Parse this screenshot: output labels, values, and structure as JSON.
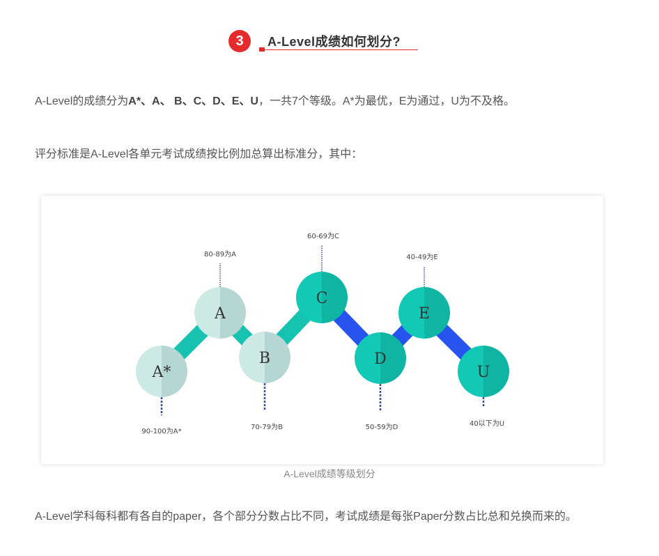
{
  "section": {
    "number": "3",
    "title": "A-Level成绩如何划分?"
  },
  "para1": {
    "prefix": "A-Level的成绩分为",
    "grades": "A*、A、 B、C、D、E、U",
    "suffix": "，一共7个等级。A*为最优，E为通过，U为不及格。"
  },
  "para2": "评分标准是A-Level各单元考试成绩按比例加总算出标准分，其中：",
  "figure": {
    "caption": "A-Level成绩等级划分",
    "nodes": [
      {
        "grade": "A*",
        "range": "90-100为A*",
        "tone": "light"
      },
      {
        "grade": "A",
        "range": "80-89为A",
        "tone": "light"
      },
      {
        "grade": "B",
        "range": "70-79为B",
        "tone": "light"
      },
      {
        "grade": "C",
        "range": "60-69为C",
        "tone": "teal"
      },
      {
        "grade": "D",
        "range": "50-59为D",
        "tone": "teal"
      },
      {
        "grade": "E",
        "range": "40-49为E",
        "tone": "teal"
      },
      {
        "grade": "U",
        "range": "40以下为U",
        "tone": "teal"
      }
    ],
    "colors": {
      "light": "#cde9e6",
      "light_dark": "#b5d6d3",
      "teal": "#12c9b5",
      "teal_dark": "#0fb4a2",
      "link_teal": "#17c2b0",
      "link_blue": "#2753ef",
      "dots": "#3a4fa0"
    }
  },
  "para3": "A-Level学科每科都有各自的paper，各个部分分数占比不同，考试成绩是每张Paper分数占比总和兑换而来的。"
}
